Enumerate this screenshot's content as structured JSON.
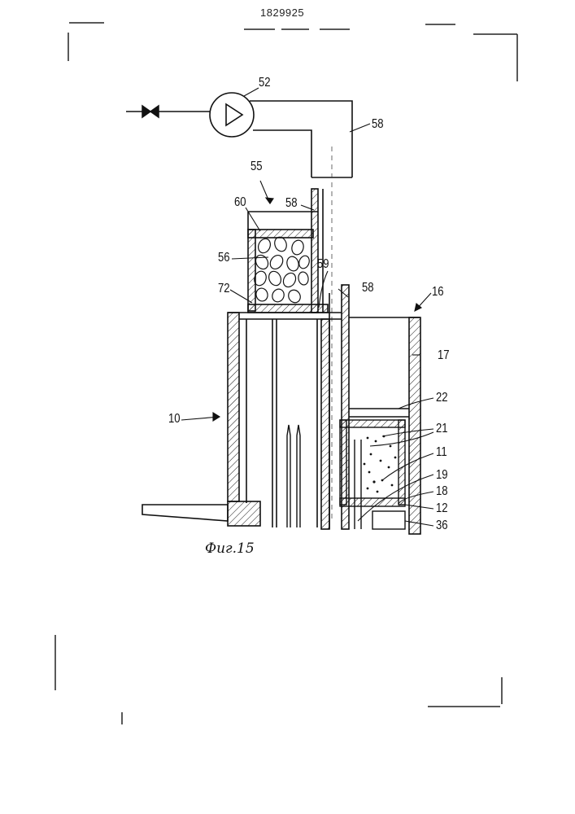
{
  "document": {
    "patent_number": "1829925",
    "figure_caption": "Фиг.15"
  },
  "labels": {
    "l52": "52",
    "l58_top": "58",
    "l55": "55",
    "l58_mid": "58",
    "l60": "60",
    "l56": "56",
    "l59": "59",
    "l58_low": "58",
    "l72_left": "72",
    "l16": "16",
    "l17": "17",
    "l22": "22",
    "l10": "10",
    "l21": "21",
    "l11": "11",
    "l19": "19",
    "l18": "18",
    "l12": "12",
    "l36": "36"
  },
  "colors": {
    "ink": "#111111",
    "paper": "#ffffff"
  }
}
